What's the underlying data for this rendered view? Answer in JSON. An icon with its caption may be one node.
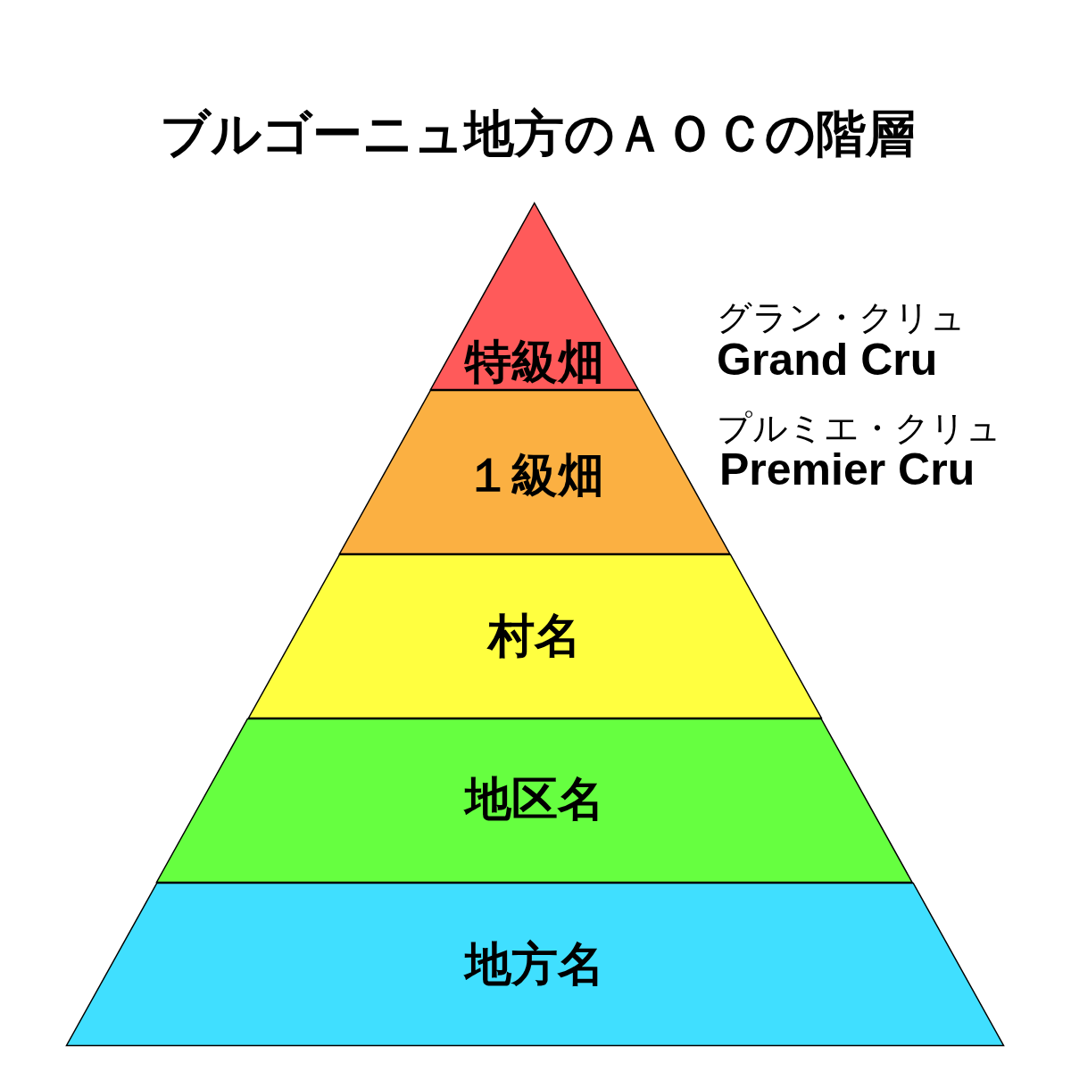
{
  "diagram": {
    "title": "ブルゴーニュ地方のＡＯＣの階層",
    "nodes": [
      {
        "text": [
          "特級畑"
        ],
        "beside": [
          "グラン・クリュ",
          "Grand Cru"
        ]
      },
      {
        "text": [
          "１級畑"
        ],
        "beside": [
          "プルミエ・クリュ",
          "Premier Cru"
        ]
      },
      {
        "text": [
          "村名"
        ]
      },
      {
        "text": [
          "地区名"
        ]
      },
      {
        "text": [
          "地方名"
        ]
      }
    ]
  }
}
